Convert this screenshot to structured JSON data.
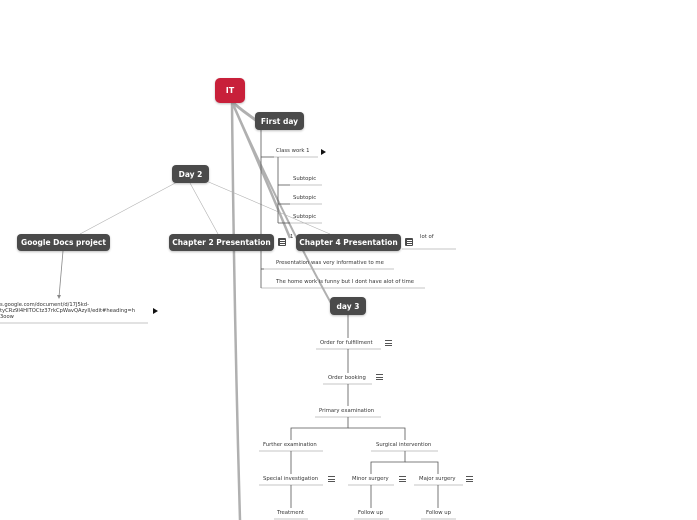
{
  "mindmap": {
    "root": {
      "label": "IT"
    },
    "first_day": {
      "label": "First day",
      "class_work": "Class work 1",
      "subtopics": [
        "Subtopic",
        "Subtopic",
        "Subtopic"
      ],
      "hidden_partial_a": "lot of",
      "hidden_partial_b": "1",
      "presentation_note": "Presentation was very informative to me",
      "homework_note": "The home work is funny but I dont have alot of time"
    },
    "day2": {
      "label": "Day 2",
      "google_docs": "Google Docs project",
      "google_docs_url_line1": "s.google.com/document/d/17J5kd-",
      "google_docs_url_line2": "tyCRz9I4HITOCtz37rkCpWavQAzyIl/edit#heading=h",
      "google_docs_url_line3": "3oow",
      "chapter2": "Chapter 2 Presentation",
      "chapter4": "Chapter 4 Presentation"
    },
    "day3": {
      "label": "day 3",
      "order_fulfillment": "Order for fulfillment",
      "order_booking": "Order booking",
      "primary_exam": "Primary examination",
      "further_exam": "Further examination",
      "surgical": "Surgical intervention",
      "special_investigation": "Special investigation",
      "minor_surgery": "Minor surgery",
      "major_surgery": "Major surgery",
      "treatment": "Treatment",
      "follow_up_minor": "Follow up",
      "follow_up_major": "Follow up"
    },
    "colors": {
      "root": "#c8203a",
      "node": "#4a4a4a",
      "connector": "#b0b0b0"
    }
  }
}
